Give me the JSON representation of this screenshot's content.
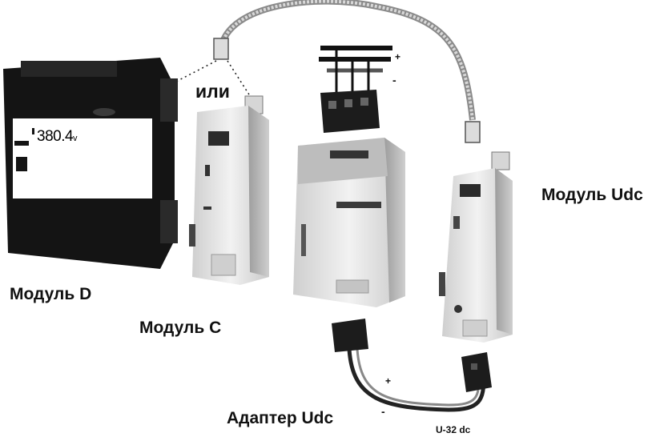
{
  "labels": {
    "module_d": "Модуль D",
    "module_c": "Модуль C",
    "module_udc": "Модуль Udc",
    "adapter_udc": "Адаптер Udc",
    "or": "или",
    "u32": "U-32 dc",
    "plus": "+",
    "minus": "-"
  },
  "display": {
    "reading": "380.4",
    "unit": "v"
  },
  "colors": {
    "module_d_body": "#141414",
    "din_body": "#e6e6e6",
    "cable": "#b8b8b8",
    "connector": "#1c1c1c"
  }
}
